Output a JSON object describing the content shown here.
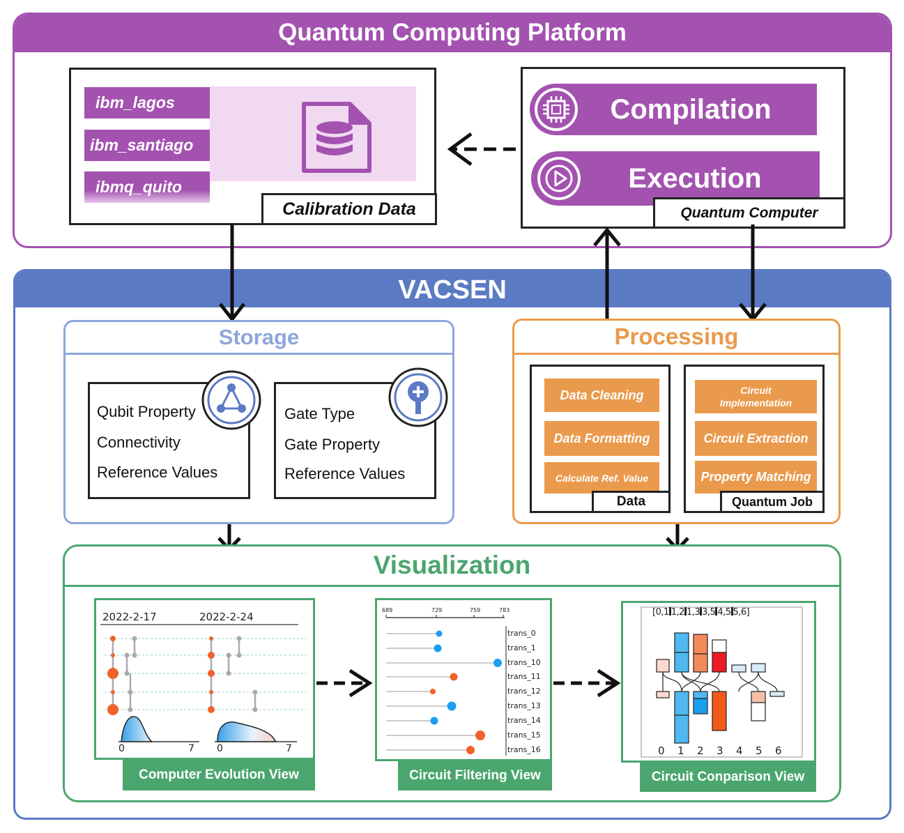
{
  "platform": {
    "title": "Quantum Computing Platform",
    "backends": [
      "ibm_lagos",
      "ibm_santiago",
      "ibmq_quito"
    ],
    "calibration_label": "Calibration Data",
    "compilation_label": "Compilation",
    "execution_label": "Execution",
    "quantum_computer_label": "Quantum Computer"
  },
  "vacsen": {
    "title": "VACSEN",
    "storage": {
      "title": "Storage",
      "qubit_items": [
        "Qubit Property",
        "Connectivity",
        "Reference Values"
      ],
      "gate_items": [
        "Gate Type",
        "Gate Property",
        "Reference Values"
      ]
    },
    "processing": {
      "title": "Processing",
      "data_steps": [
        "Data Cleaning",
        "Data Formatting",
        "Calculate Ref. Value"
      ],
      "data_label": "Data",
      "job_steps": [
        "Circuit Implementation",
        "Circuit Extraction",
        "Property Matching"
      ],
      "job_label": "Quantum Job"
    },
    "visualization": {
      "title": "Visualization",
      "evolution": {
        "label": "Computer Evolution View",
        "dates": [
          "2022-2-17",
          "2022-2-24"
        ],
        "axis_min": "0",
        "axis_max": "7"
      },
      "filtering": {
        "label": "Circuit Filtering View",
        "ticks": [
          "689",
          "729",
          "759",
          "783"
        ],
        "items": [
          "trans_0",
          "trans_1",
          "trans_10",
          "trans_11",
          "trans_12",
          "trans_13",
          "trans_14",
          "trans_15",
          "trans_16"
        ]
      },
      "comparison": {
        "label": "Circuit Conparison View",
        "edges": [
          "[0,1",
          "1,2",
          "1,3",
          "3,5",
          "4,5",
          "5,6]"
        ],
        "qubits": [
          "0",
          "1",
          "2",
          "3",
          "4",
          "5",
          "6"
        ]
      }
    }
  },
  "colors": {
    "purple": "#a352b0",
    "blue": "#5b7ac4",
    "orange": "#ea9a4c",
    "green": "#4aa66e"
  }
}
